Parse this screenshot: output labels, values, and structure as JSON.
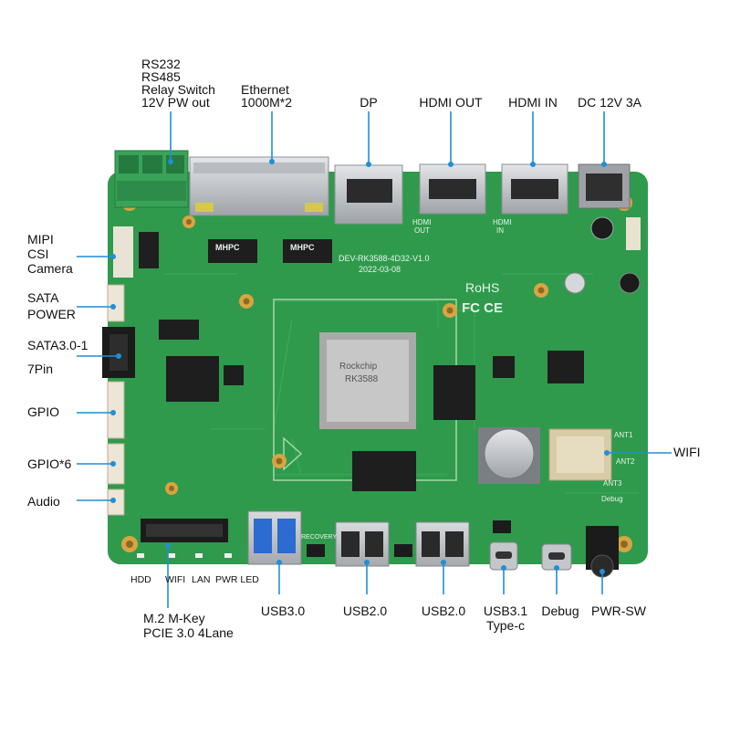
{
  "labels": {
    "rs232": "RS232",
    "rs485": "RS485",
    "relay_switch": "Relay Switch",
    "pw_out": "12V PW out",
    "ethernet": "Ethernet",
    "ethernet_speed": "1000M*2",
    "dp": "DP",
    "hdmi_out": "HDMI OUT",
    "hdmi_in": "HDMI IN",
    "dc_power": "DC 12V 3A",
    "mipi_1": "MIPI",
    "mipi_2": "CSI",
    "mipi_3": "Camera",
    "sata_power_1": "SATA",
    "sata_power_2": "POWER",
    "sata3_1": "SATA3.0-1",
    "sata3_2": "7Pin",
    "gpio": "GPIO",
    "gpio6": "GPIO*6",
    "audio": "Audio",
    "wifi": "WIFI",
    "hdd": "HDD",
    "led_wifi": "WIFI",
    "led_lan": "LAN",
    "pwr_led": "PWR LED",
    "m2_1": "M.2 M-Key",
    "m2_2": "PCIE 3.0 4Lane",
    "usb30": "USB3.0",
    "usb20_a": "USB2.0",
    "usb20_b": "USB2.0",
    "usb31_1": "USB3.1",
    "usb31_2": "Type-c",
    "debug": "Debug",
    "pwr_sw": "PWR-SW"
  },
  "silkscreen": {
    "board_name": "DEV-RK3588-4D32-V1.0",
    "board_date": "2022-03-08",
    "rohs": "RoHS",
    "fcc_ce": "FC CE",
    "hdmi_out_silk_1": "HDMI",
    "hdmi_out_silk_2": "OUT",
    "hdmi_in_silk_1": "HDMI",
    "hdmi_in_silk_2": "IN",
    "mhpc": "MHPC",
    "soc_brand": "Rockchip",
    "soc_model": "RK3588",
    "ant1": "ANT1",
    "ant2": "ANT2",
    "ant3": "ANT3",
    "debug_silk": "Debug",
    "recovery": "RECOVERY"
  },
  "colors": {
    "pcb": "#2f9a4c",
    "pcb_dark": "#237a3b",
    "leader": "#1f8fd6",
    "pad": "#d9a441",
    "terminal": "#3aa35a",
    "metal": "#c9ccd0"
  }
}
